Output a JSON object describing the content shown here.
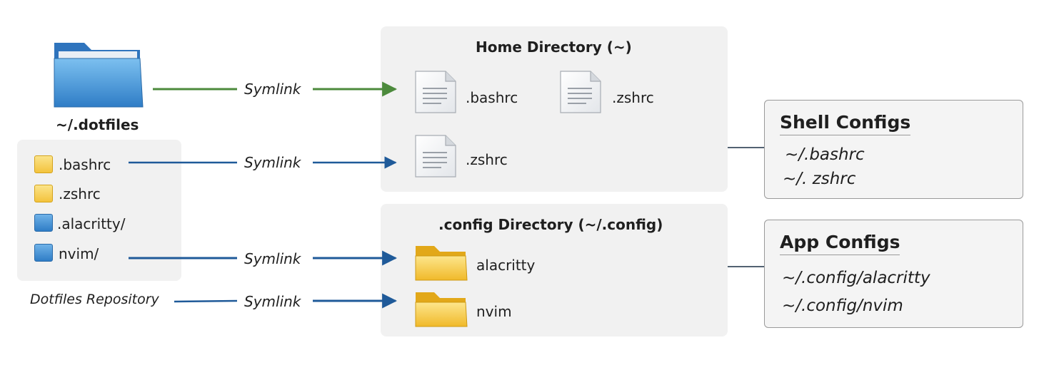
{
  "colors": {
    "green_arrow": "#4c8a3c",
    "blue_arrow": "#1f5a99",
    "panel_bg": "#f1f1f1",
    "folder_blue": "#3b8ad6",
    "folder_yellow": "#f3c33d"
  },
  "dotfiles": {
    "folder_label": "~/.dotfiles",
    "folder_icon": "folder-blue-icon",
    "items": [
      {
        "label": ".bashrc",
        "icon": "folder-yellow-icon"
      },
      {
        "label": ".zshrc",
        "icon": "folder-yellow-icon"
      },
      {
        "label": ".alacritty/",
        "icon": "folder-blue-icon"
      },
      {
        "label": "nvim/",
        "icon": "folder-blue-icon"
      }
    ],
    "repo_label": "Dotfiles Repository"
  },
  "arrows": {
    "symlink_1": "Symlink",
    "symlink_2": "Symlink",
    "symlink_3": "Symlink",
    "symlink_4": "Symlink"
  },
  "home_directory": {
    "title": "Home Directory (~)",
    "files": [
      {
        "label": ".bashrc",
        "icon": "document-icon"
      },
      {
        "label": ".zshrc",
        "icon": "document-icon"
      },
      {
        "label": ".zshrc",
        "icon": "document-icon"
      }
    ]
  },
  "config_directory": {
    "title": ".config Directory (~/.config)",
    "folders": [
      {
        "label": "alacritty",
        "icon": "folder-yellow-icon"
      },
      {
        "label": "nvim",
        "icon": "folder-yellow-icon"
      }
    ]
  },
  "shell_configs": {
    "title": "Shell Configs",
    "items": [
      "~/.bashrc",
      "~/. zshrc"
    ]
  },
  "app_configs": {
    "title": "App Configs",
    "items": [
      "~/.config/alacritty",
      "~/.config/nvim"
    ]
  }
}
